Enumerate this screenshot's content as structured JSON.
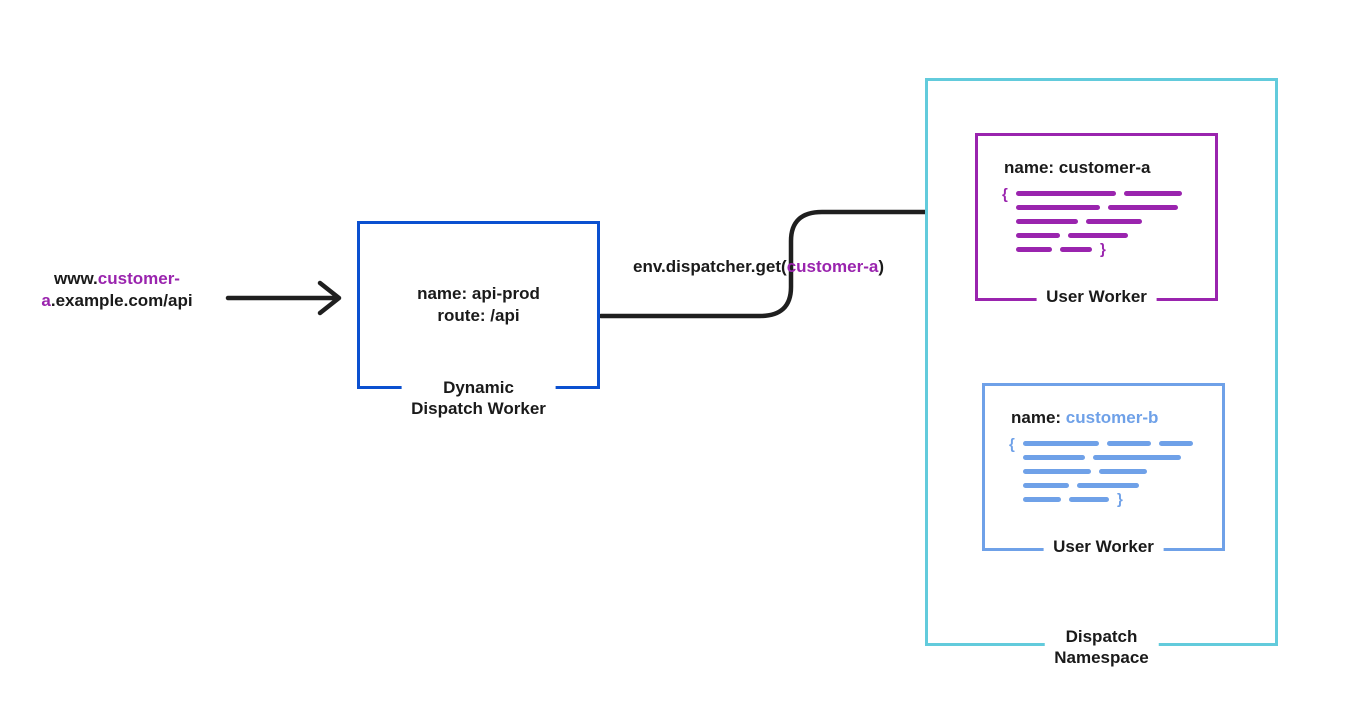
{
  "request_url": {
    "prefix": "www.",
    "highlight_line1": "customer-",
    "highlight_line2": "a",
    "suffix": ".example.com/api"
  },
  "dispatch_worker": {
    "line1": "name: api-prod",
    "line2": "route: /api",
    "label_line1": "Dynamic",
    "label_line2": "Dispatch Worker"
  },
  "dispatch_call": {
    "prefix": "env.dispatcher.get(",
    "arg": "customer-a",
    "suffix": ")"
  },
  "namespace": {
    "label_line1": "Dispatch",
    "label_line2": "Namespace"
  },
  "worker_a": {
    "name_label": "name: customer-a",
    "label": "User Worker",
    "brace_open": "{",
    "brace_close": "}"
  },
  "worker_b": {
    "name_prefix": "name: ",
    "name_value": "customer-b",
    "label": "User Worker",
    "brace_open": "{",
    "brace_close": "}"
  },
  "colors": {
    "ink": "#1f1f1f",
    "blue": "#0b50d0",
    "purple": "#9a24ae",
    "cornflower": "#6fa1e8",
    "cyan": "#62cbdc"
  }
}
